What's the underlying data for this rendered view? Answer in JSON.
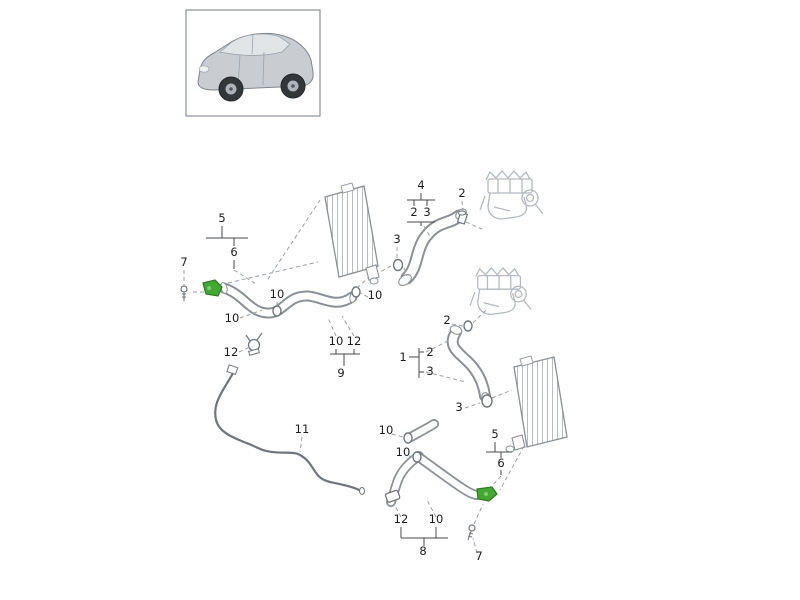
{
  "diagram": {
    "callouts": [
      "5",
      "6",
      "7",
      "10",
      "10",
      "10",
      "12",
      "10",
      "12",
      "9",
      "11",
      "4",
      "2",
      "3",
      "2",
      "3",
      "2",
      "1",
      "2",
      "3",
      "3",
      "5",
      "6",
      "10",
      "10",
      "12",
      "10",
      "8",
      "7"
    ],
    "colors": {
      "highlight_green": "#43a832",
      "line_gray": "#8a9096",
      "light_gray": "#b3b9bf",
      "text_dark": "#1c1c1c"
    }
  }
}
